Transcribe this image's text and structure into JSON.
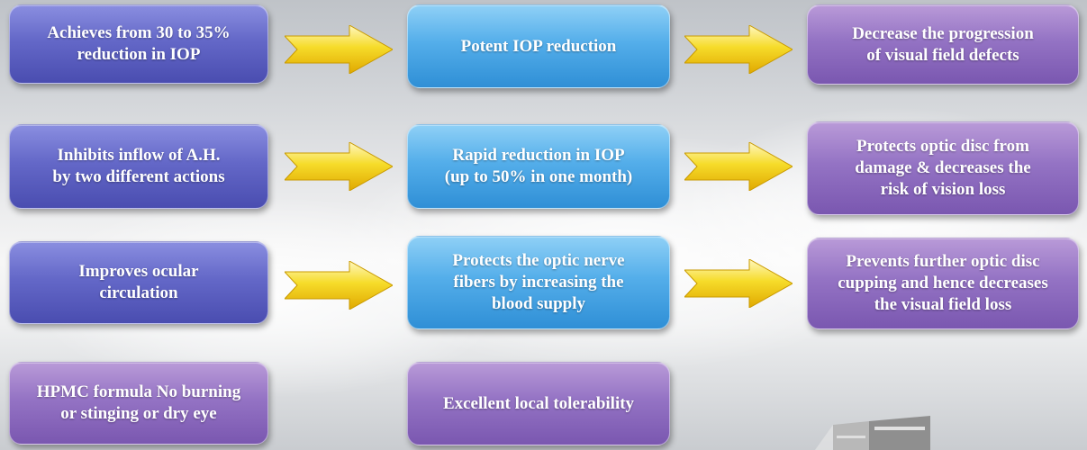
{
  "rows": [
    {
      "left": "Achieves from 30 to 35%\nreduction in IOP",
      "middle": "Potent IOP reduction",
      "right": "Decrease the progression\nof visual field defects"
    },
    {
      "left": "Inhibits inflow of A.H.\nby two different actions",
      "middle": "Rapid reduction in IOP\n(up to 50% in one month)",
      "right": "Protects optic disc from\ndamage & decreases the\nrisk of vision loss"
    },
    {
      "left": "Improves ocular\ncirculation",
      "middle": "Protects the optic nerve\nfibers by increasing the\nblood supply",
      "right": "Prevents further optic disc\ncupping and hence decreases\nthe visual field loss"
    }
  ],
  "bottom": {
    "left": "HPMC formula No burning\nor stinging or dry eye",
    "middle": "Excellent local tolerability"
  },
  "colors": {
    "left_boxes": "#5a5dbd",
    "middle_boxes": "#3f9ee0",
    "right_boxes": "#8865bb",
    "bottom_boxes": "#8865bb",
    "arrows": "#f2d21a"
  }
}
